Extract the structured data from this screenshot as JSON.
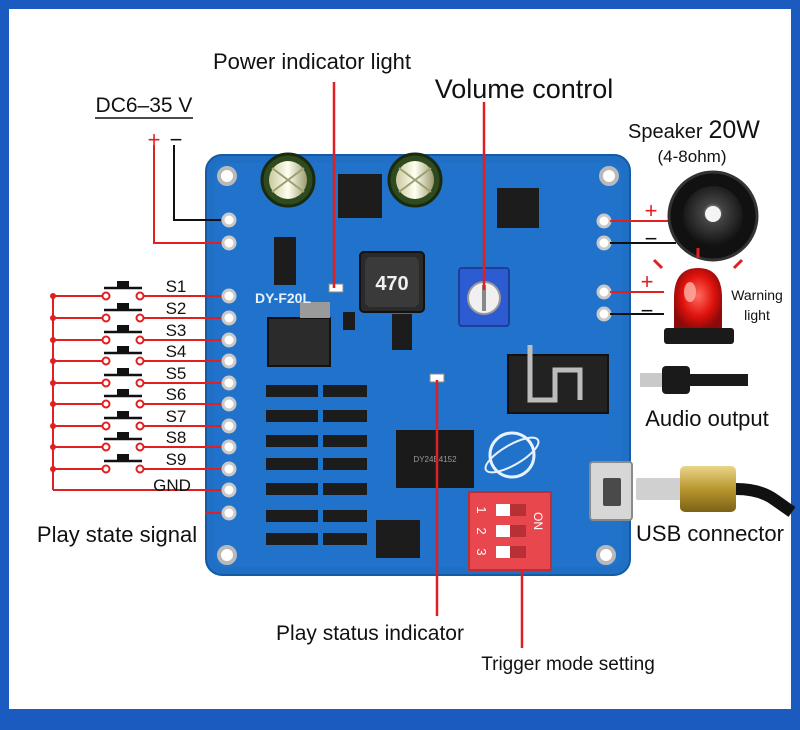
{
  "labels": {
    "power_indicator": "Power indicator light",
    "volume_control": "Volume control",
    "dc_supply": "DC6–35 V",
    "plus": "+",
    "minus": "−",
    "speaker_prefix": "Speaker",
    "speaker_power": "20W",
    "speaker_ohm": "(4-8ohm)",
    "warning_light": "Warning light",
    "audio_output": "Audio output",
    "usb_connector": "USB connector",
    "play_state_signal": "Play state signal",
    "play_status_indicator": "Play status indicator",
    "trigger_mode_setting": "Trigger mode setting",
    "gnd": "GND"
  },
  "switches": [
    "S1",
    "S2",
    "S3",
    "S4",
    "S5",
    "S6",
    "S7",
    "S8",
    "S9"
  ],
  "board": {
    "model": "DY-F20L",
    "inductor": "470",
    "chip_marking": "DY24E4152",
    "dip_on": "ON",
    "dip_numbers": [
      "1",
      "2",
      "3"
    ]
  },
  "colors": {
    "frame": "#1b5bbf",
    "board": "#1f6fc4",
    "wire_red": "#e02020",
    "dip": "#e8474e"
  }
}
